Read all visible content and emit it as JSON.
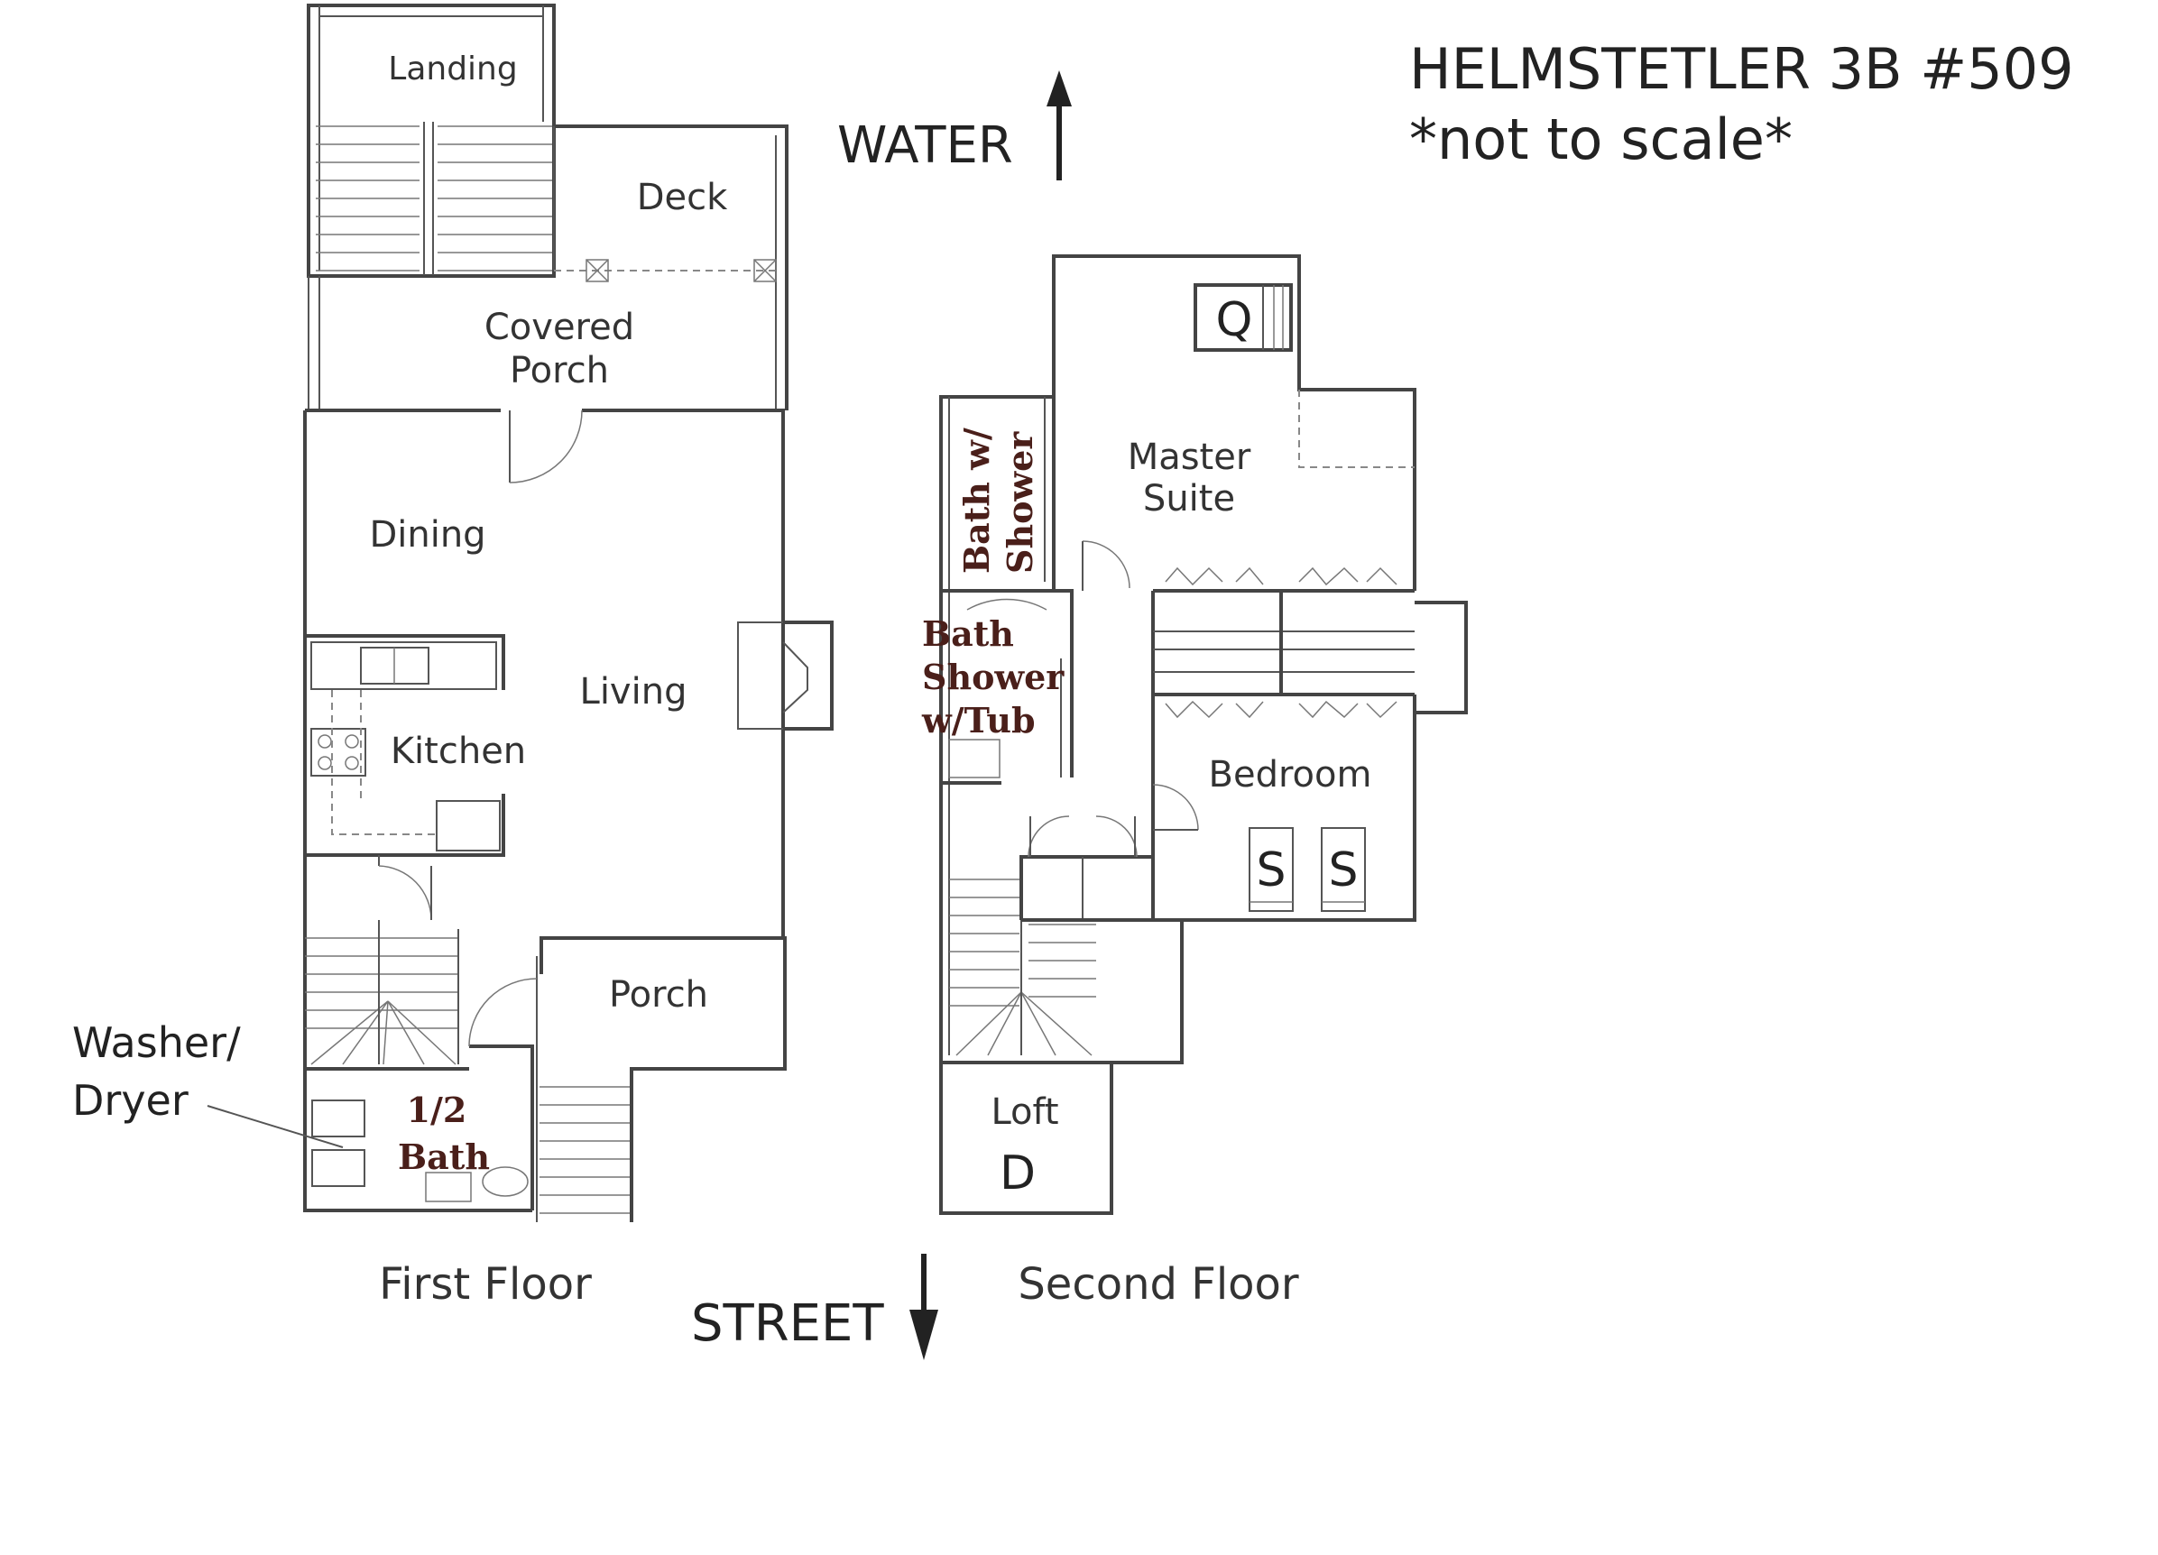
{
  "header": {
    "title": "HELMSTETLER 3B #509",
    "note": "*not to scale*"
  },
  "directions": {
    "top": "WATER",
    "bottom": "STREET"
  },
  "first_floor": {
    "caption": "First Floor",
    "rooms": {
      "landing": "Landing",
      "deck": "Deck",
      "covered_porch_1": "Covered",
      "covered_porch_2": "Porch",
      "dining": "Dining",
      "living": "Living",
      "kitchen": "Kitchen",
      "porch": "Porch",
      "half_bath_1": "1/2",
      "half_bath_2": "Bath"
    },
    "washer_dryer_1": "Washer/",
    "washer_dryer_2": "Dryer"
  },
  "second_floor": {
    "caption": "Second Floor",
    "rooms": {
      "master_1": "Master",
      "master_2": "Suite",
      "bath_shower_1": "Bath w/",
      "bath_shower_2": "Shower",
      "bath_tub_1": "Bath",
      "bath_tub_2": "Shower",
      "bath_tub_3": "w/Tub",
      "bedroom": "Bedroom",
      "loft": "Loft"
    },
    "beds": {
      "queen": "Q",
      "single_1": "S",
      "single_2": "S",
      "double": "D"
    }
  }
}
